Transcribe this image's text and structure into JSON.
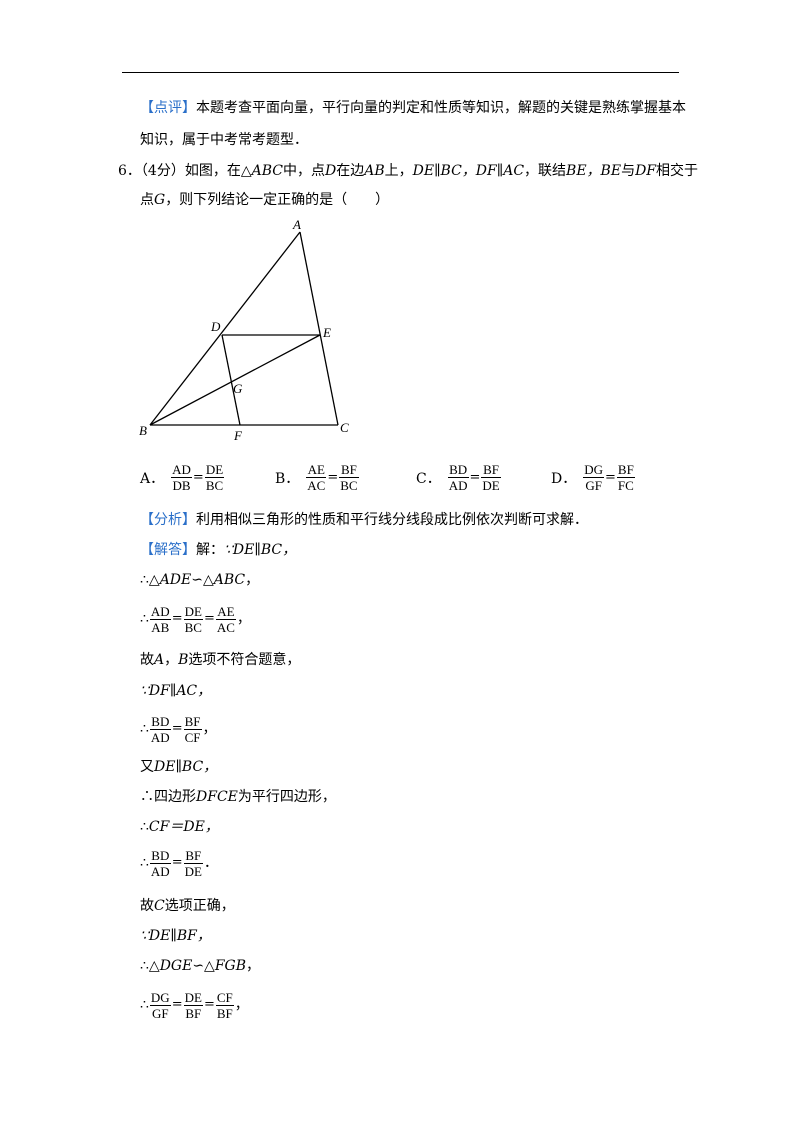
{
  "comment": {
    "tag": "【点评】",
    "line1": "本题考查平面向量，平行向量的判定和性质等知识，解题的关键是熟练掌握基本",
    "line2": "知识，属于中考常考题型．"
  },
  "question": {
    "number": "6．",
    "score": "（4分）",
    "line1_a": "如图，在△",
    "line1_b": "ABC",
    "line1_c": "中，点",
    "line1_d": "D",
    "line1_e": "在边",
    "line1_f": "AB",
    "line1_g": "上，",
    "line1_h": "DE∥BC，DF∥AC",
    "line1_i": "，联结",
    "line1_j": "BE，BE",
    "line1_k": "与",
    "line1_l": "DF",
    "line1_m": "相交于",
    "line2_a": "点",
    "line2_b": "G",
    "line2_c": "，则下列结论一定正确的是（　　）"
  },
  "figure": {
    "points": {
      "A": "A",
      "B": "B",
      "C": "C",
      "D": "D",
      "E": "E",
      "F": "F",
      "G": "G"
    }
  },
  "options": [
    {
      "label": "A．",
      "n1": "AD",
      "d1": "DB",
      "eq": "=",
      "n2": "DE",
      "d2": "BC"
    },
    {
      "label": "B．",
      "n1": "AE",
      "d1": "AC",
      "eq": "=",
      "n2": "BF",
      "d2": "BC"
    },
    {
      "label": "C．",
      "n1": "BD",
      "d1": "AD",
      "eq": "=",
      "n2": "BF",
      "d2": "DE"
    },
    {
      "label": "D．",
      "n1": "DG",
      "d1": "GF",
      "eq": "=",
      "n2": "BF",
      "d2": "FC"
    }
  ],
  "analysis": {
    "tag": "【分析】",
    "text": "利用相似三角形的性质和平行线分线段成比例依次判断可求解．"
  },
  "answer": {
    "tag": "【解答】",
    "solve": "解：",
    "l1": "∵DE∥BC，",
    "l2_a": "∴△",
    "l2_b": "ADE",
    "l2_c": "∽△",
    "l2_d": "ABC",
    "l2_e": "，",
    "l3": {
      "therefore": "∴",
      "n1": "AD",
      "d1": "AB",
      "n2": "DE",
      "d2": "BC",
      "n3": "AE",
      "d3": "AC",
      "eq": "=",
      "end": "，"
    },
    "l4_a": "故",
    "l4_b": "A",
    "l4_c": "，",
    "l4_d": "B",
    "l4_e": "选项不符合题意，",
    "l5": "∵DF∥AC，",
    "l6": {
      "therefore": "∴",
      "n1": "BD",
      "d1": "AD",
      "n2": "BF",
      "d2": "CF",
      "eq": "=",
      "end": "，"
    },
    "l7_a": "又",
    "l7_b": "DE∥BC，",
    "l8_a": "∴四边形",
    "l8_b": "DFCE",
    "l8_c": "为平行四边形，",
    "l9_a": "∴",
    "l9_b": "CF＝DE，",
    "l10": {
      "therefore": "∴",
      "n1": "BD",
      "d1": "AD",
      "n2": "BF",
      "d2": "DE",
      "eq": "=",
      "end": "．"
    },
    "l11_a": "故",
    "l11_b": "C",
    "l11_c": "选项正确，",
    "l12": "∵DE∥BF，",
    "l13_a": "∴△",
    "l13_b": "DGE",
    "l13_c": "∽△",
    "l13_d": "FGB",
    "l13_e": "，",
    "l14": {
      "therefore": "∴",
      "n1": "DG",
      "d1": "GF",
      "n2": "DE",
      "d2": "BF",
      "n3": "CF",
      "d3": "BF",
      "eq": "=",
      "end": "，"
    }
  }
}
